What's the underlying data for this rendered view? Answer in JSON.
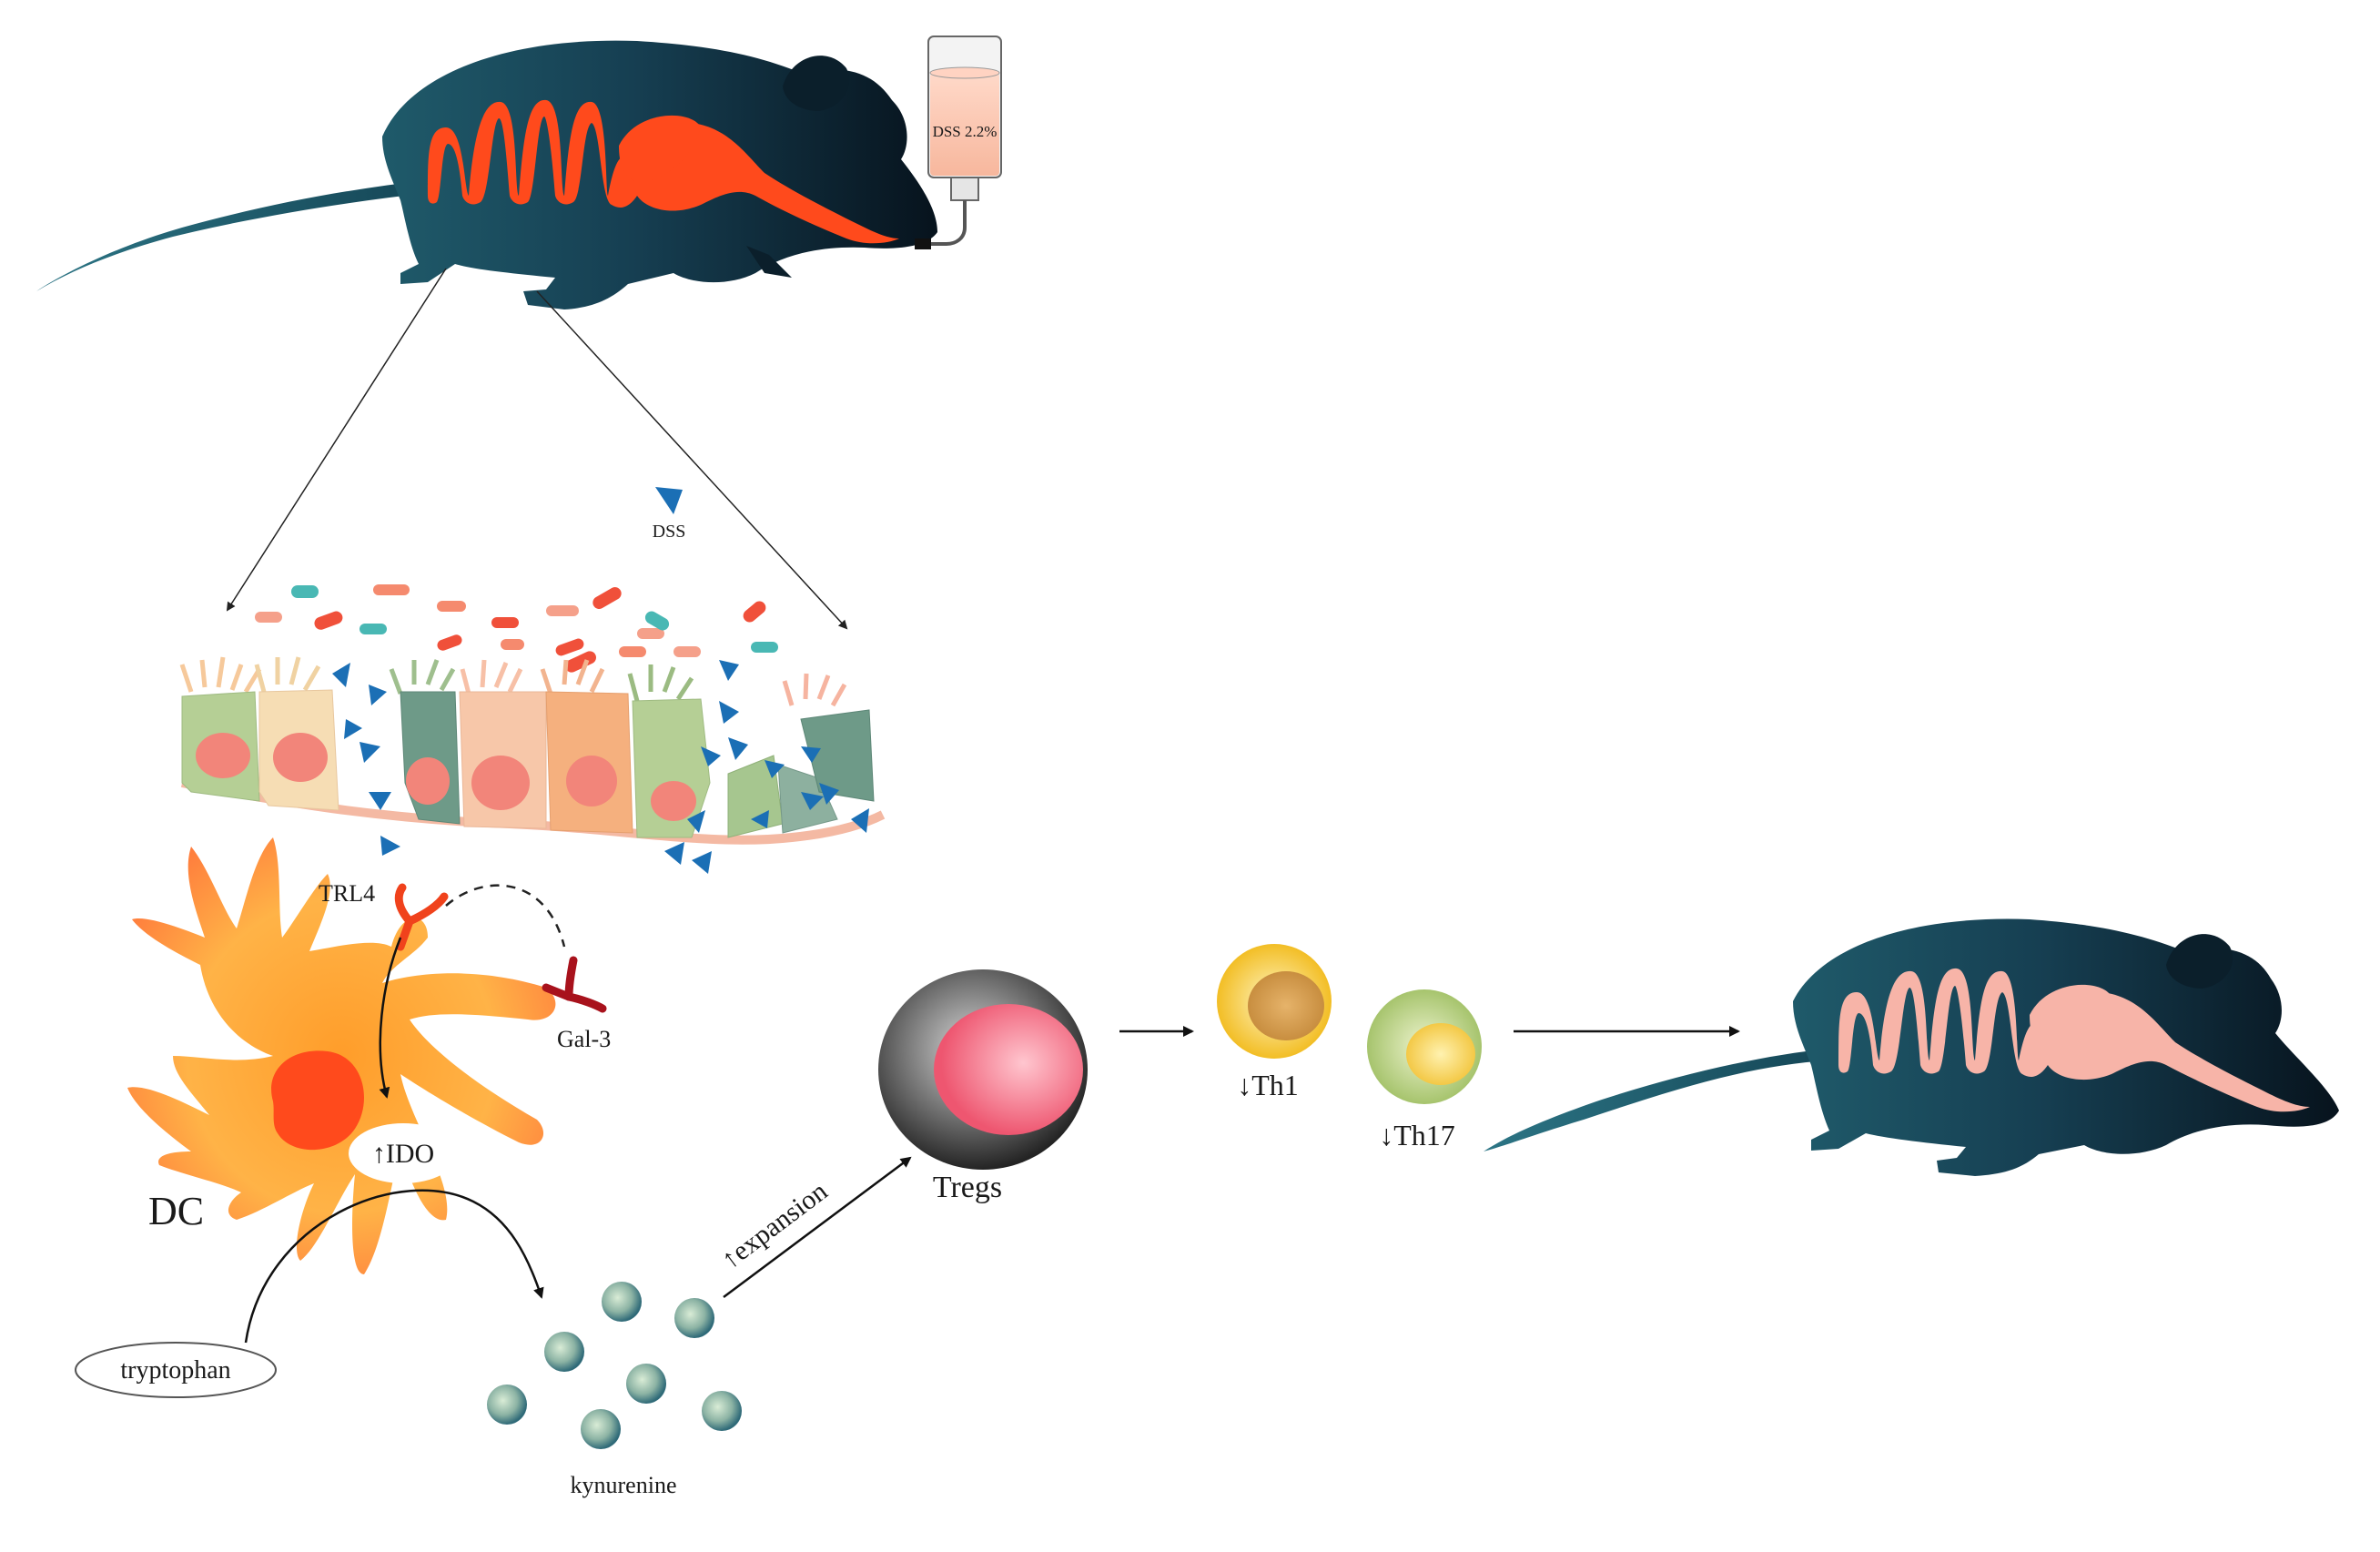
{
  "labels": {
    "dss_bottle": "DSS 2.2%",
    "dss_marker": "DSS",
    "trl4": "TRL4",
    "gal3": "Gal-3",
    "ido": "↑IDO",
    "dc": "DC",
    "tryptophan": "tryptophan",
    "kynurenine": "kynurenine",
    "expansion": "↑expansion",
    "tregs": "Tregs",
    "th1": "↓Th1",
    "th17": "↓Th17"
  },
  "colors": {
    "mouse_body": "#0d2a3a",
    "mouse_tail": "#1f5a6a",
    "intestine_inflamed": "#ff4a1c",
    "intestine_healthy": "#f7b4a8",
    "dss_triangle": "#1b6fb5",
    "dc_cell": "#ff9a2e",
    "dc_nucleus": "#ff4a1c",
    "treg_outer": "#5a5a5a",
    "treg_nucleus": "#ff6f86",
    "th1_cell": "#f5c33a",
    "th17_cell": "#b9cf7a",
    "kynurenine": "#4d8a80",
    "receptor_trl4": "#f0421c",
    "receptor_gal3": "#a8121c"
  }
}
